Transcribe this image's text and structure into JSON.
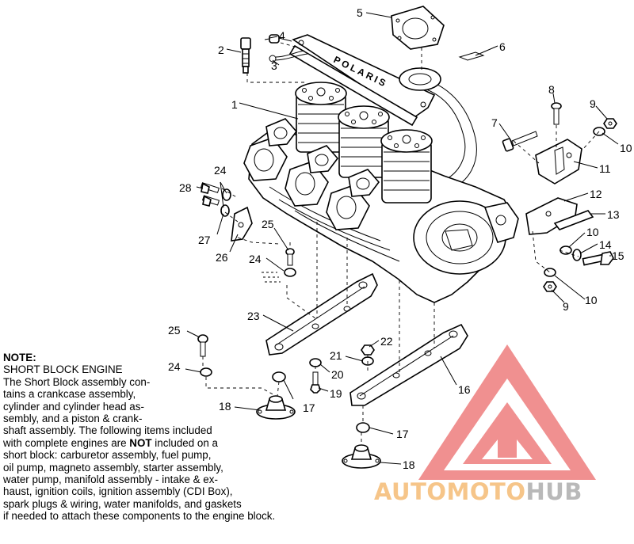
{
  "callouts": {
    "c1": "1",
    "c2": "2",
    "c3": "3",
    "c4": "4",
    "c5": "5",
    "c6": "6",
    "c7": "7",
    "c8": "8",
    "c9a": "9",
    "c9b": "9",
    "c10a": "10",
    "c10b": "10",
    "c10c": "10",
    "c11": "11",
    "c12": "12",
    "c13": "13",
    "c14": "14",
    "c15": "15",
    "c16": "16",
    "c17a": "17",
    "c17b": "17",
    "c18a": "18",
    "c18b": "18",
    "c19": "19",
    "c20": "20",
    "c21": "21",
    "c22": "22",
    "c23": "23",
    "c24a": "24",
    "c24b": "24",
    "c24c": "24",
    "c25a": "25",
    "c25b": "25",
    "c26": "26",
    "c27": "27",
    "c28": "28"
  },
  "note": {
    "heading": "NOTE:",
    "title": "SHORT BLOCK ENGINE",
    "l1": "The Short Block assembly con-",
    "l2": "tains a crankcase assembly,",
    "l3": "cylinder and cylinder head as-",
    "l4": "sembly, and a piston & crank-",
    "l5": "shaft assembly.  The following items included",
    "l6_pre": "with complete engines are ",
    "l6_bold": "NOT",
    "l6_post": " included on a",
    "l7": "short block:  carburetor assembly, fuel pump,",
    "l8": "oil pump, magneto assembly, starter assembly,",
    "l9": "water pump, manifold assembly - intake & ex-",
    "l10": "haust, ignition coils, ignition assembly (CDI Box),",
    "l11": "spark plugs & wiring, water manifolds, and gaskets",
    "l12": "if needed to attach these components to the engine block."
  },
  "engine_label": "POLARIS",
  "watermark": {
    "part_a": "AUTOMOTO",
    "part_b": "HUB",
    "color_a": "#f6c589",
    "color_b": "#b9b9b9",
    "logo_color": "#ee7d7d"
  }
}
